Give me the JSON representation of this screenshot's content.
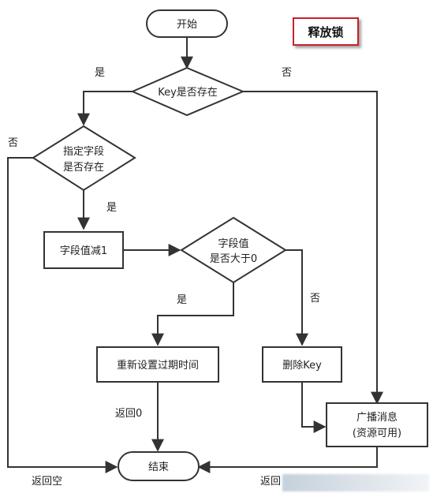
{
  "badge": "释放锁",
  "nodes": {
    "start": "开始",
    "key_exists": "Key是否存在",
    "field_exists": [
      "指定字段",
      "是否存在"
    ],
    "decrement": "字段值减1",
    "gt_zero": [
      "字段值",
      "是否大于0"
    ],
    "reset_expire": "重新设置过期时间",
    "delete_key": "删除Key",
    "broadcast": [
      "广播消息",
      "(资源可用)"
    ],
    "end": "结束"
  },
  "edge_labels": {
    "key_yes": "是",
    "key_no": "否",
    "field_no": "否",
    "field_yes": "是",
    "gt_yes": "是",
    "gt_no": "否",
    "return_zero": "返回0",
    "return_null": "返回空",
    "return_one": "返回"
  }
}
